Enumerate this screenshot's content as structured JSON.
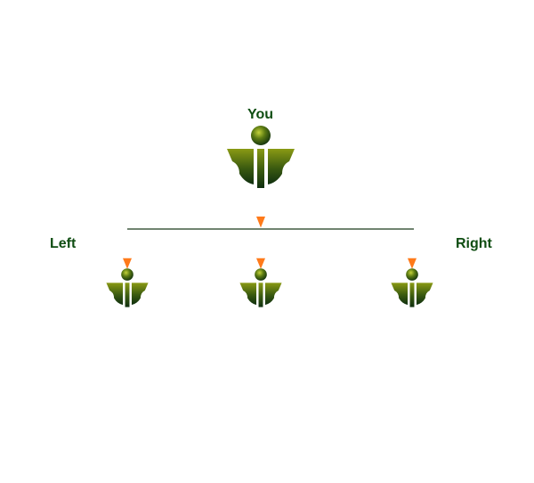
{
  "labels": {
    "top": "You",
    "left": "Left",
    "right": "Right"
  },
  "nodes": [
    {
      "id": "you",
      "role": "top"
    },
    {
      "id": "left-child",
      "role": "child"
    },
    {
      "id": "middle-child",
      "role": "child"
    },
    {
      "id": "right-child",
      "role": "child"
    }
  ],
  "edges": [
    {
      "from": "you",
      "to": "branch-line"
    },
    {
      "from": "branch-line",
      "to": "left-child"
    },
    {
      "from": "branch-line",
      "to": "middle-child"
    },
    {
      "from": "branch-line",
      "to": "right-child"
    }
  ],
  "colors": {
    "label": "#0f4d12",
    "arrow": "#ff7a1a",
    "line": "#1b3a1b",
    "icon_light": "#8a9a14",
    "icon_dark": "#0f2f0f"
  },
  "icons": {
    "person": "person-icon",
    "arrow": "arrow-down-icon"
  }
}
